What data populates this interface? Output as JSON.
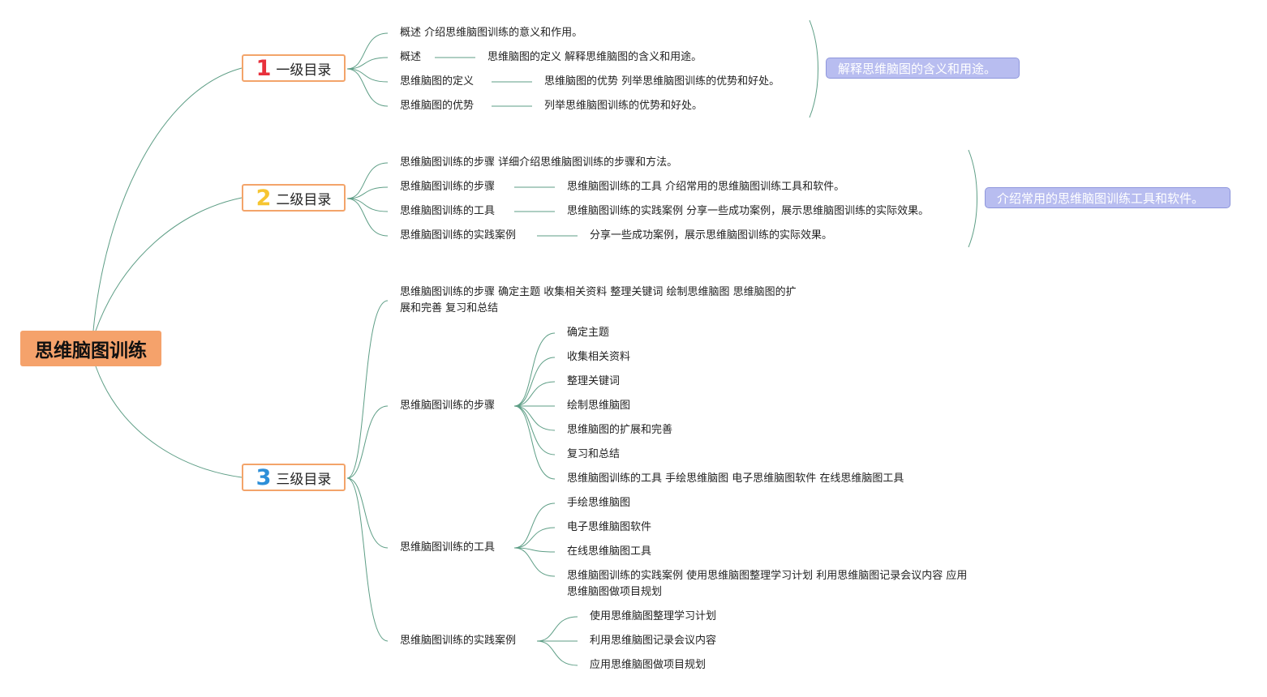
{
  "root": {
    "label": "思维脑图训练"
  },
  "colors": {
    "root_fill": "#f5a26b",
    "branch_border": "#f3a46a",
    "link": "#5e9e86",
    "summary_fill": "#b8bdf0",
    "num1": "#e8313c",
    "num2": "#f6c531",
    "num3": "#2d8fd8"
  },
  "branches": [
    {
      "num": "1",
      "label": "一级目录",
      "items": [
        {
          "left": "概述 介绍思维脑图训练的意义和作用。"
        },
        {
          "left": "概述",
          "right": "思维脑图的定义 解释思维脑图的含义和用途。"
        },
        {
          "left": "思维脑图的定义",
          "right": "思维脑图的优势 列举思维脑图训练的优势和好处。"
        },
        {
          "left": "思维脑图的优势",
          "right": "列举思维脑图训练的优势和好处。"
        }
      ],
      "summary": "解释思维脑图的含义和用途。"
    },
    {
      "num": "2",
      "label": "二级目录",
      "items": [
        {
          "left": "思维脑图训练的步骤 详细介绍思维脑图训练的步骤和方法。"
        },
        {
          "left": "思维脑图训练的步骤",
          "right": "思维脑图训练的工具 介绍常用的思维脑图训练工具和软件。"
        },
        {
          "left": "思维脑图训练的工具",
          "right": "思维脑图训练的实践案例 分享一些成功案例，展示思维脑图训练的实际效果。"
        },
        {
          "left": "思维脑图训练的实践案例",
          "right": "分享一些成功案例，展示思维脑图训练的实际效果。"
        }
      ],
      "summary": "介绍常用的思维脑图训练工具和软件。"
    },
    {
      "num": "3",
      "label": "三级目录",
      "intro": "思维脑图训练的步骤 确定主题 收集相关资料 整理关键词 绘制思维脑图 思维脑图的扩展和完善 复习和总结",
      "groups": [
        {
          "label": "思维脑图训练的步骤",
          "children": [
            "确定主题",
            "收集相关资料",
            "整理关键词",
            "绘制思维脑图",
            "思维脑图的扩展和完善",
            "复习和总结",
            "思维脑图训练的工具 手绘思维脑图 电子思维脑图软件 在线思维脑图工具"
          ]
        },
        {
          "label": "思维脑图训练的工具",
          "children": [
            "手绘思维脑图",
            "电子思维脑图软件",
            "在线思维脑图工具",
            "思维脑图训练的实践案例 使用思维脑图整理学习计划 利用思维脑图记录会议内容 应用思维脑图做项目规划"
          ]
        },
        {
          "label": "思维脑图训练的实践案例",
          "children": [
            "使用思维脑图整理学习计划",
            "利用思维脑图记录会议内容",
            "应用思维脑图做项目规划"
          ]
        }
      ]
    }
  ]
}
